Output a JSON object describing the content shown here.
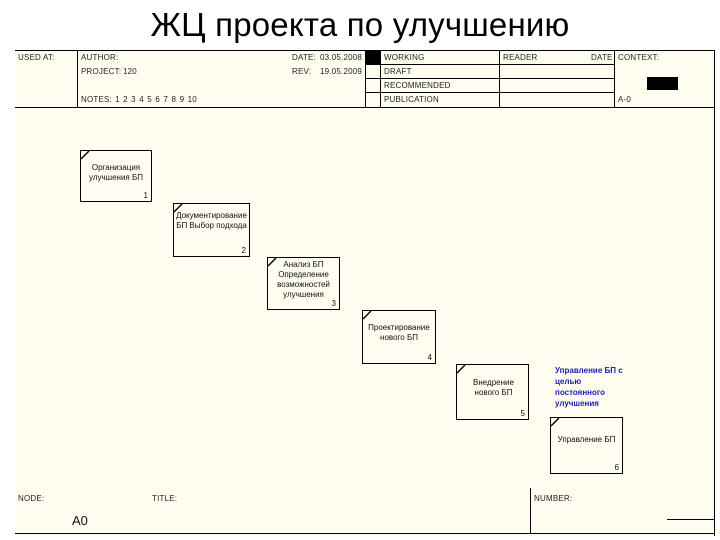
{
  "slide": {
    "title": "ЖЦ проекта по улучшению"
  },
  "header": {
    "used_at_label": "USED AT:",
    "author_label": "AUTHOR:",
    "project_label": "PROJECT:",
    "project_value": "120",
    "notes_label": "NOTES:",
    "notes_values": "1  2  3  4  5  6  7  8  9  10",
    "date_label": "DATE:",
    "date_value": "03.05.2008",
    "rev_label": "REV:",
    "rev_value": "19.05.2009",
    "status_rows": [
      {
        "label": "WORKING",
        "checked": true
      },
      {
        "label": "DRAFT",
        "checked": false
      },
      {
        "label": "RECOMMENDED",
        "checked": false
      },
      {
        "label": "PUBLICATION",
        "checked": false
      }
    ],
    "reader_label": "READER",
    "reader_date_label": "DATE",
    "context_label": "CONTEXT:",
    "context_node": "A-0"
  },
  "nodes": [
    {
      "id": "1",
      "label": "Организация улучшения БП",
      "number": "1"
    },
    {
      "id": "2",
      "label": "Документирование БП Выбор подхода",
      "number": "2"
    },
    {
      "id": "3",
      "label": "Анализ БП Определение возможностей улучшения",
      "number": "3"
    },
    {
      "id": "4",
      "label": "Проектирование нового БП",
      "number": "4"
    },
    {
      "id": "5",
      "label": "Внедрение нового БП",
      "number": "5"
    },
    {
      "id": "6",
      "label": "Управление БП",
      "number": "6"
    }
  ],
  "annotation": {
    "text": "Управление БП с целью постоянного улучшения",
    "color": "#1c1cb8"
  },
  "footer": {
    "node_label": "NODE:",
    "node_value": "A0",
    "title_label": "TITLE:",
    "number_label": "NUMBER:"
  },
  "colors": {
    "sheet_background": "#fffcf0",
    "line": "#000000",
    "annotation_text": "#1c1cb8"
  }
}
